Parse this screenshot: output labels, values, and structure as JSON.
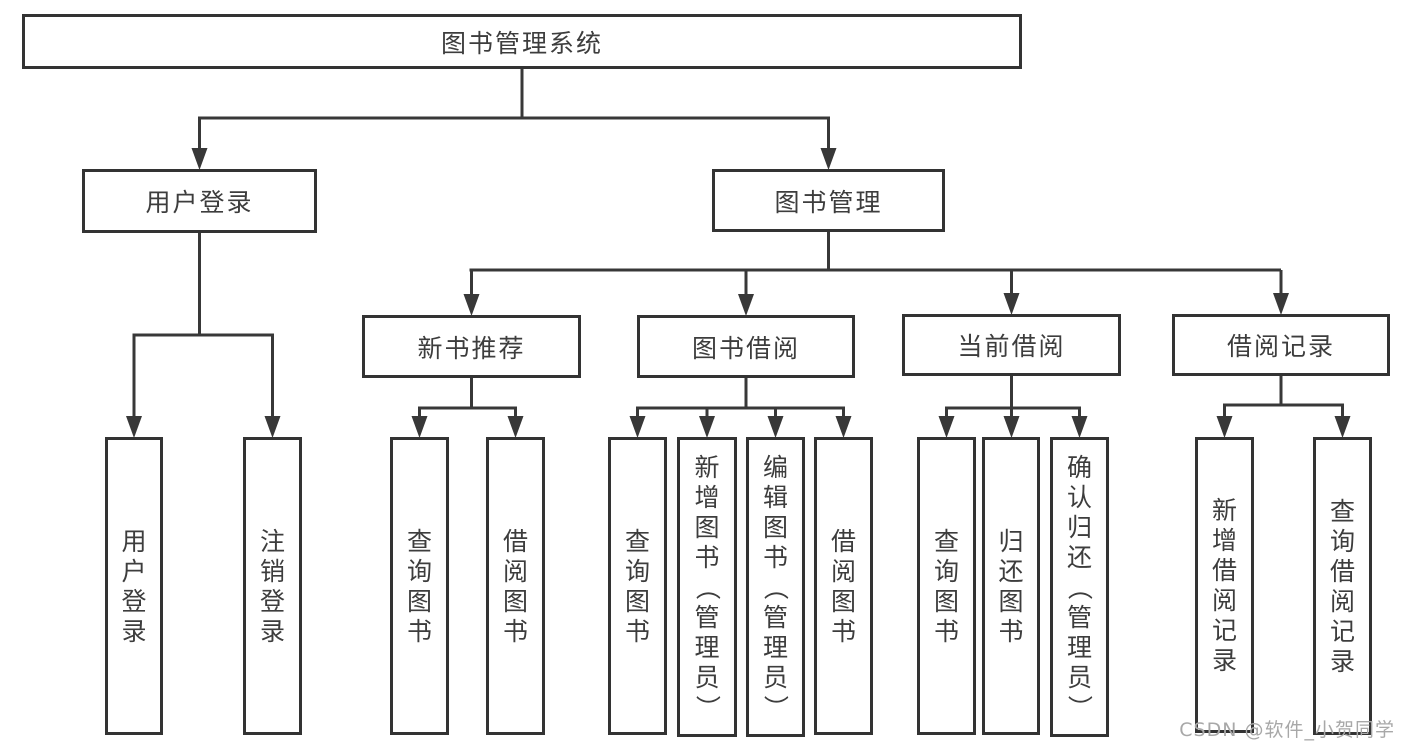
{
  "diagram_title": "图书管理系统",
  "tree": {
    "root": {
      "label": "图书管理系统",
      "children": [
        {
          "label": "用户登录",
          "children": [
            {
              "label": "用户登录"
            },
            {
              "label": "注销登录"
            }
          ]
        },
        {
          "label": "图书管理",
          "children": [
            {
              "label": "新书推荐",
              "children": [
                {
                  "label": "查询图书"
                },
                {
                  "label": "借阅图书"
                }
              ]
            },
            {
              "label": "图书借阅",
              "children": [
                {
                  "label": "查询图书"
                },
                {
                  "label": "新增图书（管理员）"
                },
                {
                  "label": "编辑图书（管理员）"
                },
                {
                  "label": "借阅图书"
                }
              ]
            },
            {
              "label": "当前借阅",
              "children": [
                {
                  "label": "查询图书"
                },
                {
                  "label": "归还图书"
                },
                {
                  "label": "确认归还（管理员）"
                }
              ]
            },
            {
              "label": "借阅记录",
              "children": [
                {
                  "label": "新增借阅记录"
                },
                {
                  "label": "查询借阅记录"
                }
              ]
            }
          ]
        }
      ]
    }
  },
  "watermark": {
    "text": "CSDN @软件_小贺同学"
  },
  "colors": {
    "background": "#ffffff",
    "line": "#383838",
    "box_border": "#333333",
    "text": "#3d3d3d",
    "watermark": "#a8a8a8"
  }
}
